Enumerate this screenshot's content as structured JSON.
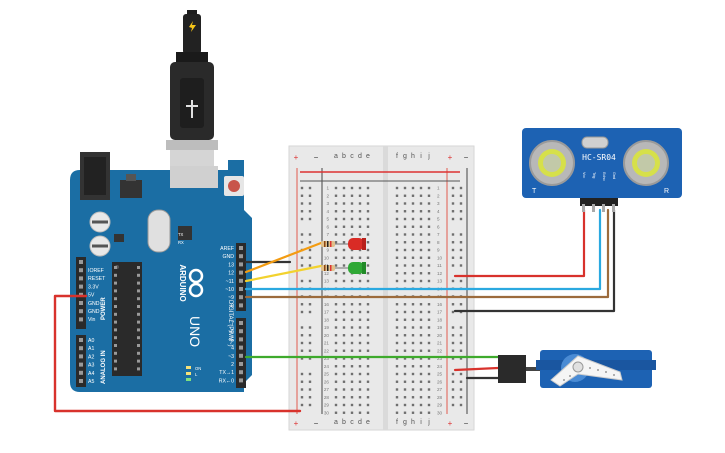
{
  "arduino": {
    "brand": "ARDUINO",
    "model": "UNO",
    "header_top_labels": [
      "AREF",
      "GND",
      "13",
      "12",
      "~11",
      "~10",
      "~9",
      "8"
    ],
    "header_bottom_labels": [
      "7",
      "~6",
      "~5",
      "4",
      "~3",
      "2",
      "TX→1",
      "RX←0"
    ],
    "power_labels": [
      "IOREF",
      "RESET",
      "3.3V",
      "5V",
      "GND",
      "GND",
      "Vin"
    ],
    "analog_labels": [
      "A0",
      "A1",
      "A2",
      "A3",
      "A4",
      "A5"
    ],
    "power_section": "POWER",
    "analog_section": "ANALOG IN",
    "digital_section": "DIGITAL (PWM~)",
    "misc_labels": [
      "TX",
      "RX",
      "ON",
      "L"
    ]
  },
  "breadboard": {
    "columns_left": [
      "a",
      "b",
      "c",
      "d",
      "e"
    ],
    "columns_right": [
      "f",
      "g",
      "h",
      "i",
      "j"
    ],
    "row_numbers": [
      "1",
      "2",
      "3",
      "4",
      "5",
      "6",
      "7",
      "8",
      "9",
      "10",
      "11",
      "12",
      "13",
      "14",
      "15",
      "16",
      "17",
      "18",
      "19",
      "20",
      "21",
      "22",
      "23",
      "24",
      "25",
      "26",
      "27",
      "28",
      "29",
      "30"
    ],
    "rail_plus": "+",
    "rail_minus": "−"
  },
  "sensor": {
    "model": "HC-SR04",
    "pin_labels": [
      "Vcc",
      "Trig",
      "Echo",
      "Gnd"
    ],
    "corner_left": "T",
    "corner_right": "R"
  },
  "components": {
    "led_colors": {
      "red": "#d92b25",
      "green": "#2fa835"
    }
  },
  "wires": {
    "colors": {
      "red": "#d8322c",
      "orange": "#f39c12",
      "yellow": "#f2d22e",
      "blue": "#2aa9e0",
      "brown": "#9c6b3c",
      "black": "#333333",
      "green": "#3eaa2c"
    }
  }
}
